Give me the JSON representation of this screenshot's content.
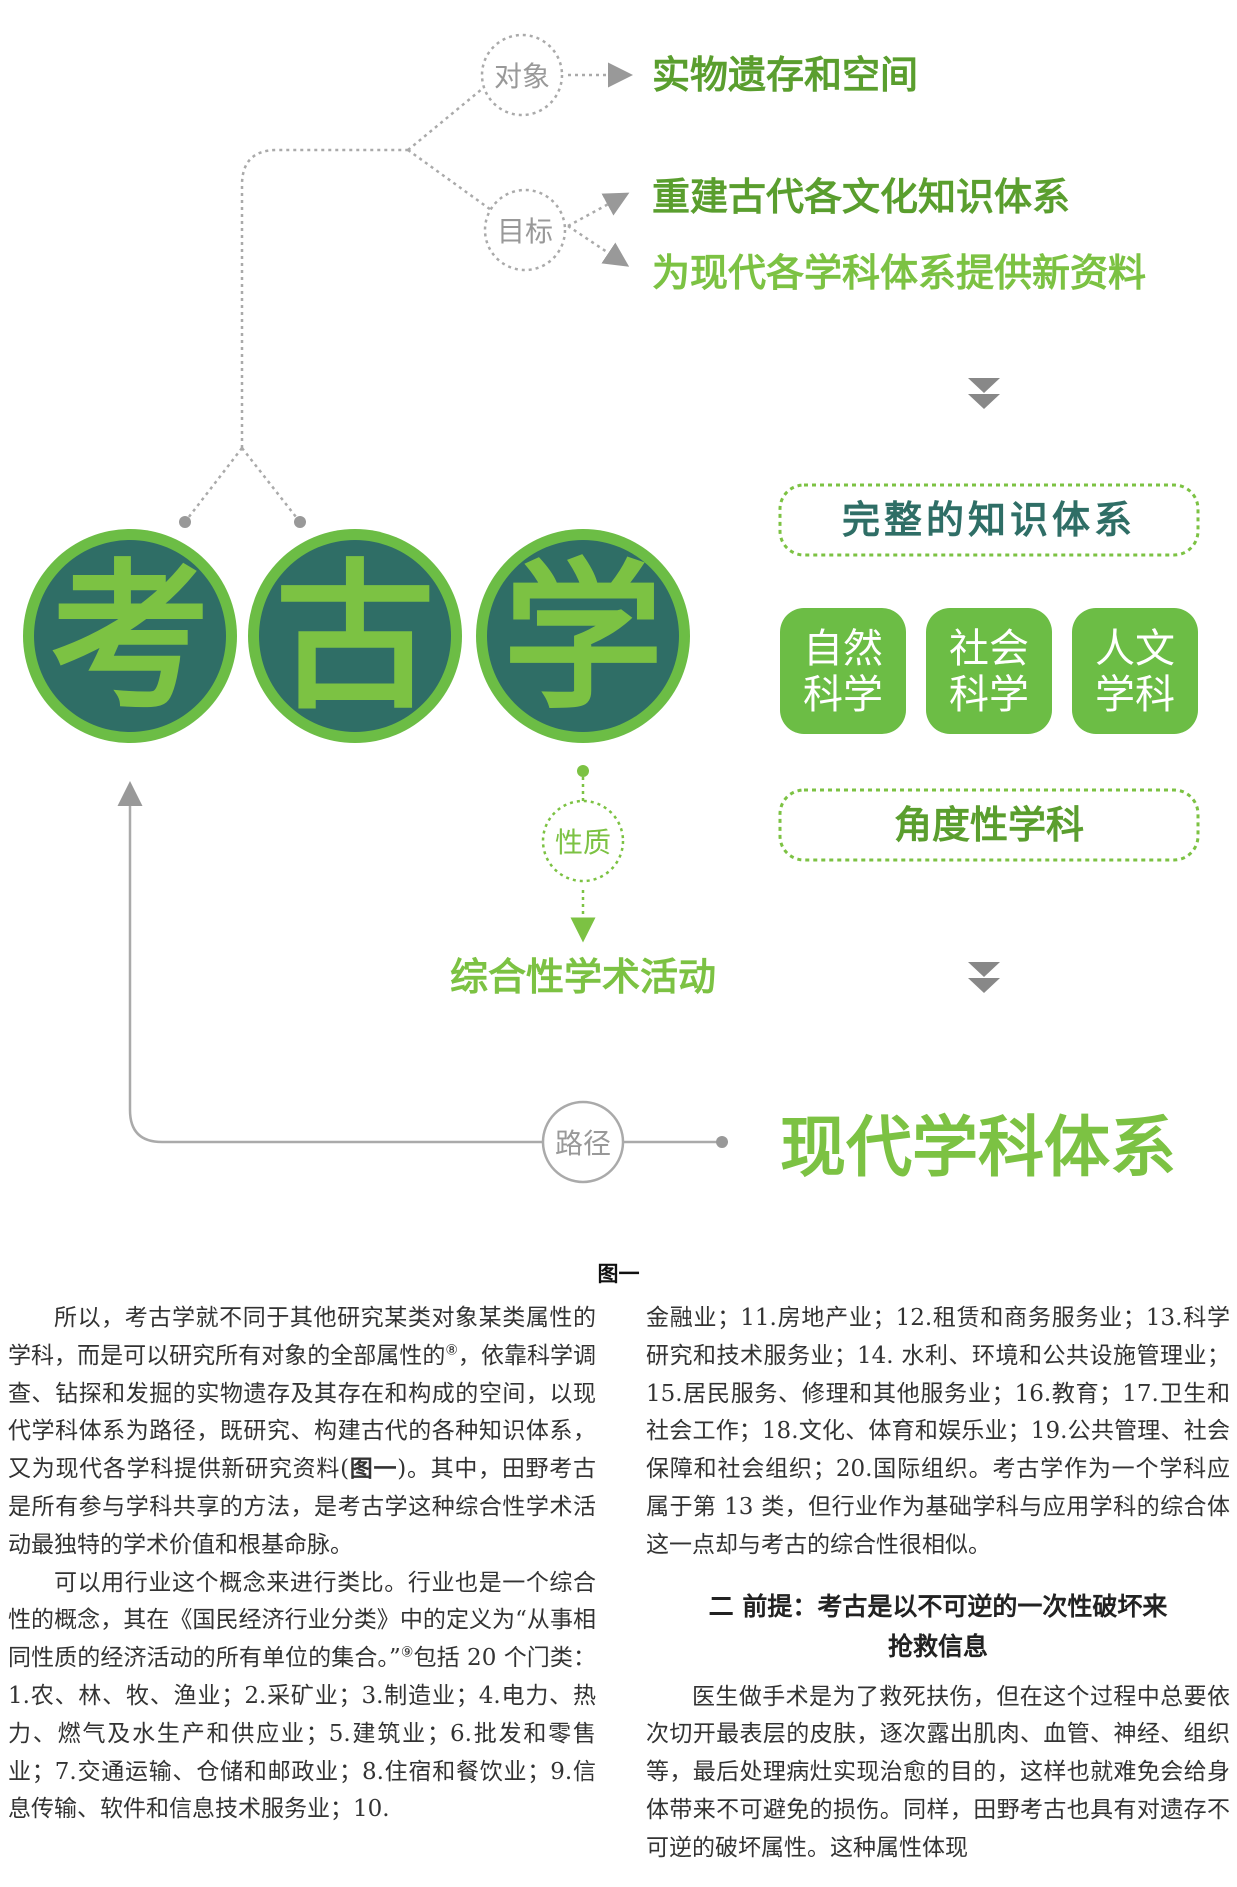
{
  "diagram": {
    "object_label": "对象",
    "object_value": "实物遗存和空间",
    "goal_label": "目标",
    "goal_values": [
      "重建古代各文化知识体系",
      "为现代各学科体系提供新资料"
    ],
    "title_chars": [
      "考",
      "古",
      "学"
    ],
    "complete_system": "完整的知识体系",
    "disciplines": [
      {
        "line1": "自然",
        "line2": "科学"
      },
      {
        "line1": "社会",
        "line2": "科学"
      },
      {
        "line1": "人文",
        "line2": "学科"
      }
    ],
    "angle_discipline": "角度性学科",
    "nature_label": "性质",
    "nature_value": "综合性学术活动",
    "path_label": "路径",
    "modern_system": "现代学科体系",
    "colors": {
      "green": "#6cbd45",
      "bright_green": "#7cc243",
      "dark_circle": "#2f6e66",
      "text_green": "#5a9e2e",
      "label_gray": "#999999",
      "connector_gray": "#aaaaaa"
    }
  },
  "caption": "图一",
  "left_column": {
    "p1_before_sup": "所以，考古学就不同于其他研究某类对象某类属性的学科，而是可以研究所有对象的全部属性的",
    "p1_sup": "⑧",
    "p1_mid": "，依靠科学调查、钻探和发掘的实物遗存及其存在和构成的空间，以现代学科体系为路径，既研究、构建古代的各种知识体系，又为现代各学科提供新研究资料(",
    "p1_figref": "图一",
    "p1_after": ")。其中，田野考古是所有参与学科共享的方法，是考古学这种综合性学术活动最独特的学术价值和根基命脉。",
    "p2_before_sup": "可以用行业这个概念来进行类比。行业也是一个综合性的概念，其在《国民经济行业分类》中的定义为“从事相同性质的经济活动的所有单位的集合。”",
    "p2_sup": "⑨",
    "p2_after": "包括 20 个门类：1.农、林、牧、渔业；2.采矿业；3.制造业；4.电力、热力、燃气及水生产和供应业；5.建筑业；6.批发和零售业；7.交通运输、仓储和邮政业；8.住宿和餐饮业；9.信息传输、软件和信息技术服务业；10."
  },
  "right_column": {
    "p1": "金融业；11.房地产业；12.租赁和商务服务业；13.科学研究和技术服务业；14. 水利、环境和公共设施管理业；15.居民服务、修理和其他服务业；16.教育；17.卫生和社会工作；18.文化、体育和娱乐业；19.公共管理、社会保障和社会组织；20.国际组织。考古学作为一个学科应属于第 13 类，但行业作为基础学科与应用学科的综合体这一点却与考古的综合性很相似。",
    "heading_line1": "二  前提：考古是以不可逆的一次性破坏来",
    "heading_line2": "抢救信息",
    "p2": "医生做手术是为了救死扶伤，但在这个过程中总要依次切开最表层的皮肤，逐次露出肌肉、血管、神经、组织等，最后处理病灶实现治愈的目的，这样也就难免会给身体带来不可避免的损伤。同样，田野考古也具有对遗存不可逆的破坏属性。这种属性体现"
  }
}
